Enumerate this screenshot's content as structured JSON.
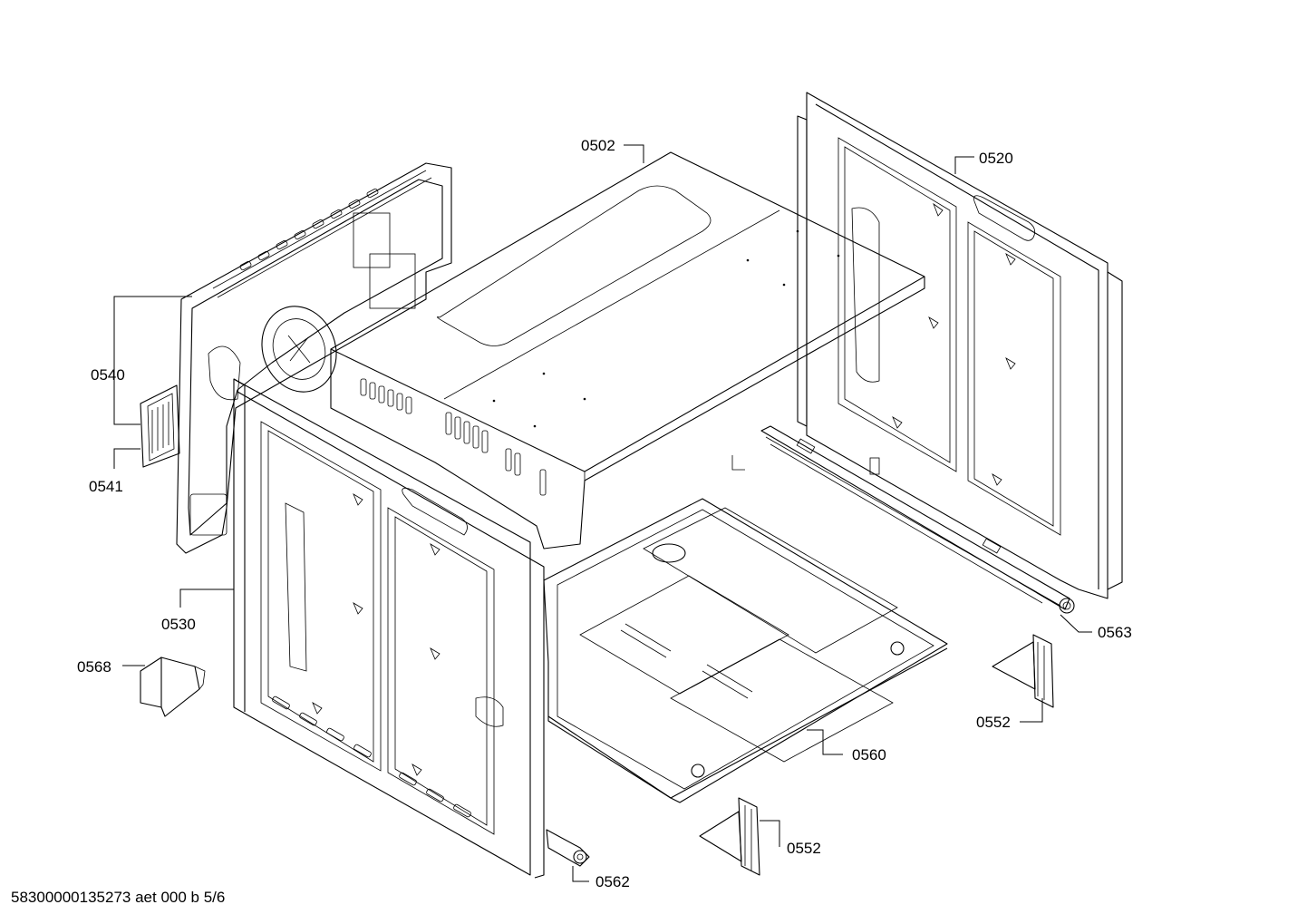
{
  "callouts": {
    "p0502": "0502",
    "p0520": "0520",
    "p0540": "0540",
    "p0541": "0541",
    "p0530": "0530",
    "p0568": "0568",
    "p0563": "0563",
    "p0552a": "0552",
    "p0560": "0560",
    "p0552b": "0552",
    "p0562": "0562"
  },
  "footer": {
    "doc_id": "58300000135273 aet 000 b 5/6"
  }
}
